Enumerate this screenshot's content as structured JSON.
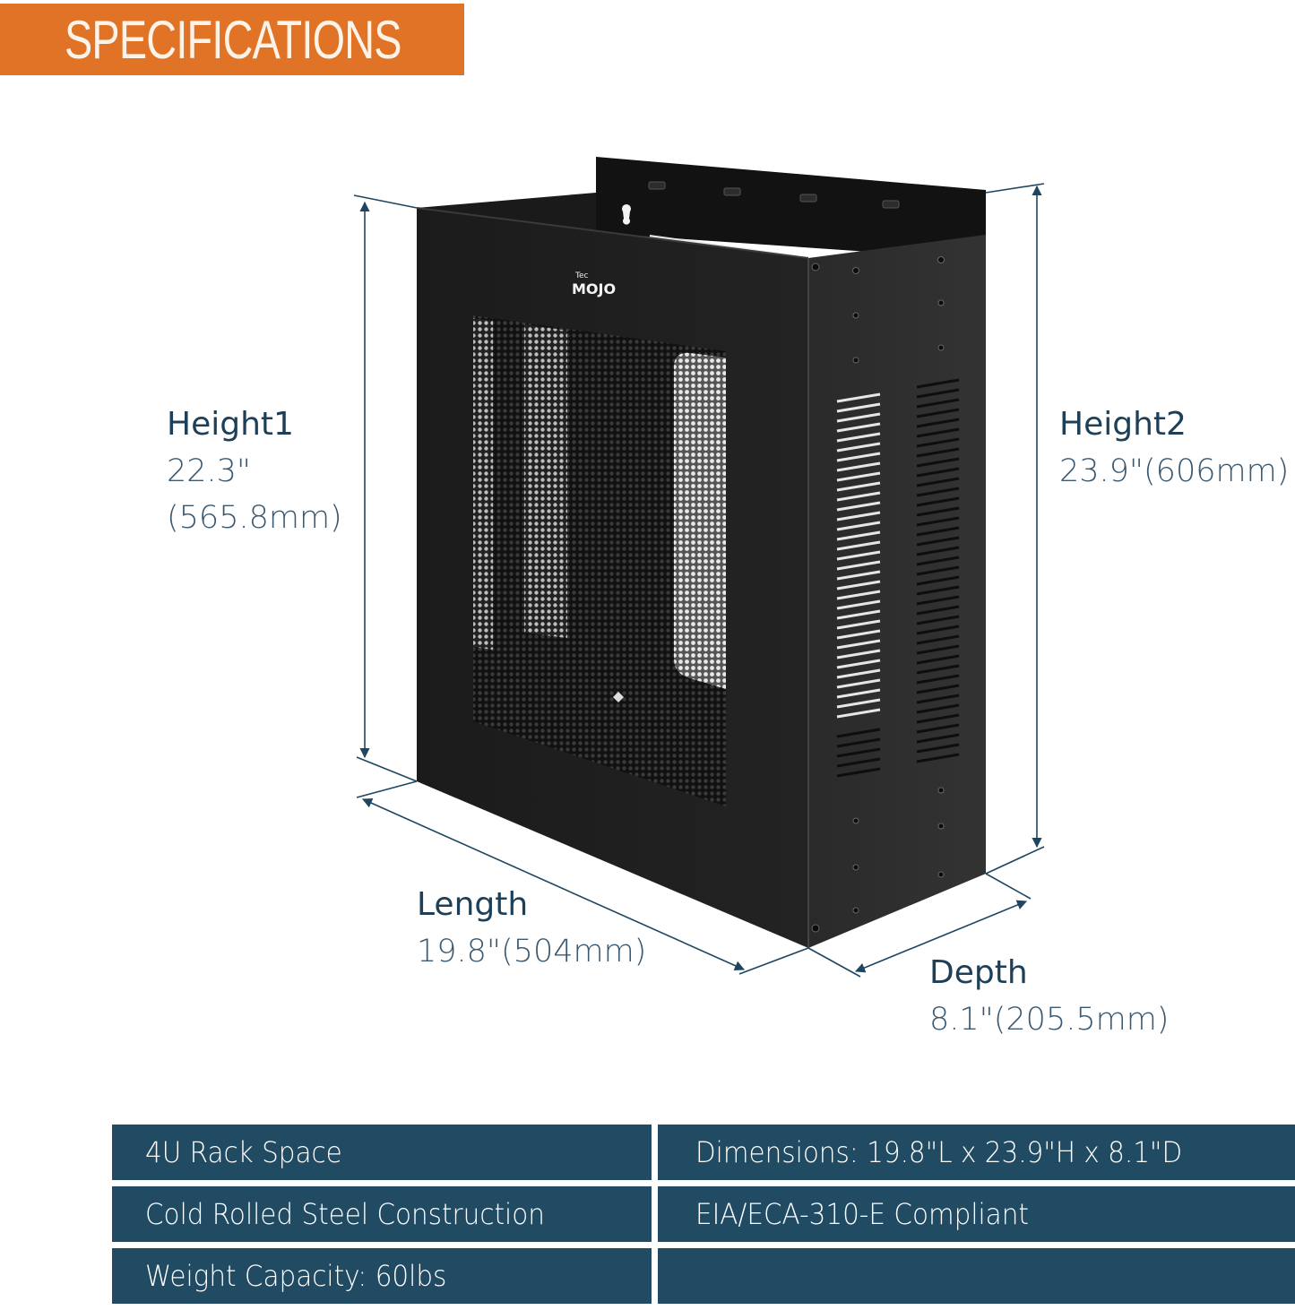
{
  "header": {
    "title": "SPECIFICATIONS",
    "background_color": "#e07326",
    "text_color": "#fdf3e8"
  },
  "product": {
    "brand_small": "Tec",
    "brand_large": "MOJO",
    "description_colors": {
      "cabinet": "#1e1e1e",
      "dimension_line": "#1f4660"
    }
  },
  "dimensions": {
    "height1": {
      "name": "Height1",
      "value_line1": "22.3\"",
      "value_line2": "(565.8mm)"
    },
    "height2": {
      "name": "Height2",
      "value": "23.9\"(606mm)"
    },
    "length": {
      "name": "Length",
      "value": "19.8\"(504mm)"
    },
    "depth": {
      "name": "Depth",
      "value": "8.1\"(205.5mm)"
    }
  },
  "specs": {
    "cell_color": "#214a63",
    "rows": [
      {
        "left": "4U Rack Space",
        "right": "Dimensions: 19.8\"L x 23.9\"H x 8.1\"D"
      },
      {
        "left": "Cold Rolled Steel Construction",
        "right": "EIA/ECA-310-E Compliant"
      },
      {
        "left": "Weight Capacity: 60lbs",
        "right": ""
      }
    ]
  }
}
